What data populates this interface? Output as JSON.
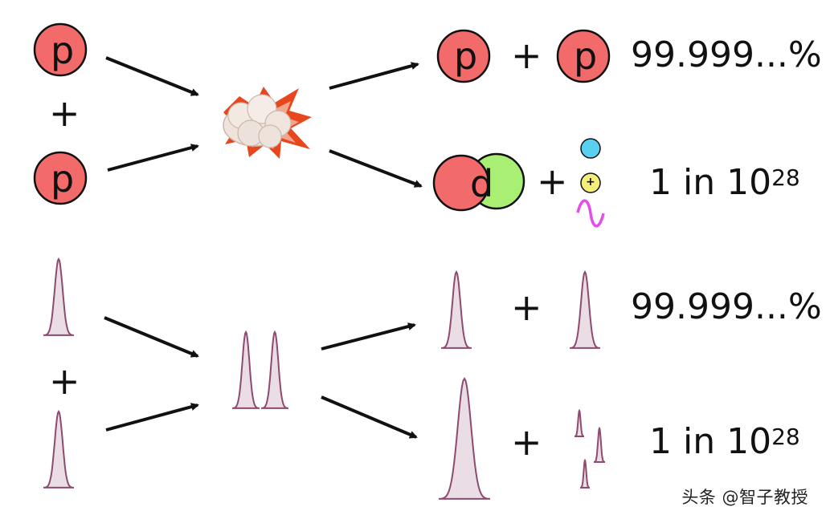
{
  "colors": {
    "proton": "#f26a6a",
    "neutron": "#a8ef73",
    "electron_like": "#59d0ef",
    "positron": "#f5ef7a",
    "wave": "#e34de8",
    "wave_fill": "#eadde6",
    "wave_stroke": "#8e4a6f",
    "explosion": "#e8461d"
  },
  "labels": {
    "proton": "p",
    "deuteron": "d",
    "positron": "+",
    "plus": "+",
    "prob_common": "99.999...%",
    "prob_rare_prefix": "1 in 10",
    "prob_rare_exp": "28"
  },
  "watermark": "头条 @智子教授",
  "icons": {
    "collision": "explosion-icon",
    "neutrino": "sine-wave-icon"
  }
}
